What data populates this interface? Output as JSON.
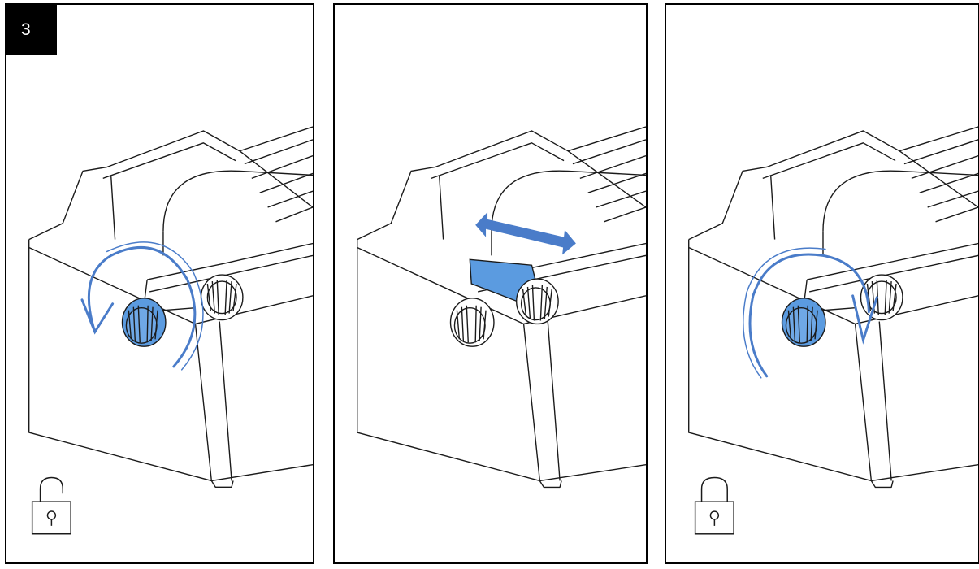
{
  "step": {
    "number": "3"
  },
  "colors": {
    "outline": "#1a1a1a",
    "accent": "#4a7cc9",
    "accent_fill": "#5b9be0",
    "light_fill": "#ffffff"
  },
  "panels": [
    {
      "id": "panel-1",
      "knob_state": "highlighted",
      "motion": "rotate-counterclockwise",
      "lock": "unlocked-padlock-icon"
    },
    {
      "id": "panel-2",
      "knob_state": "plain",
      "motion": "slide-left-right",
      "lock": ""
    },
    {
      "id": "panel-3",
      "knob_state": "highlighted",
      "motion": "rotate-clockwise",
      "lock": "locked-padlock-icon"
    }
  ]
}
